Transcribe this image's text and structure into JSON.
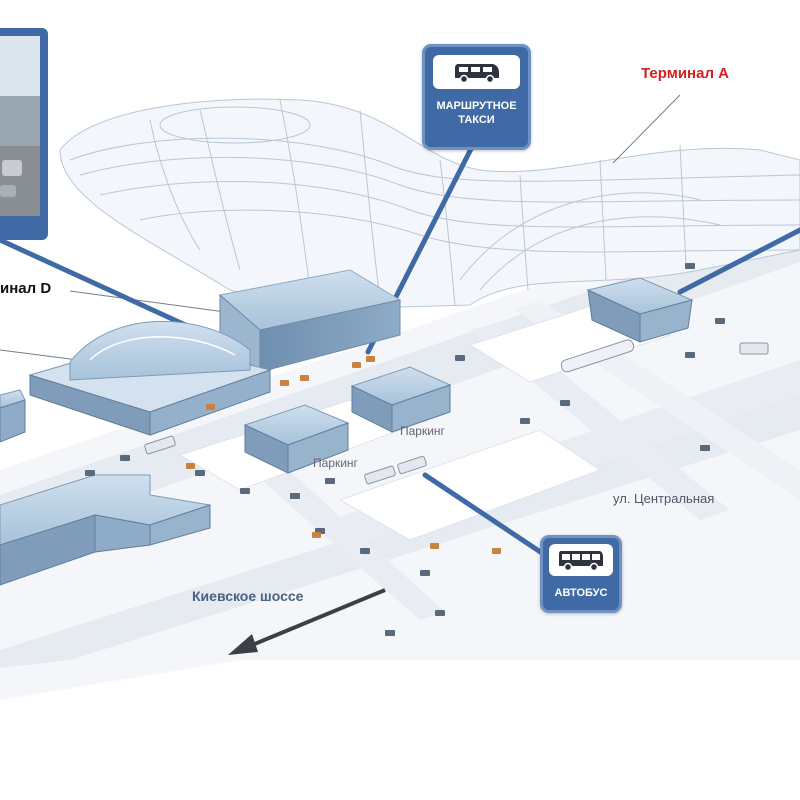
{
  "labels": {
    "terminal_a": "Терминал А",
    "terminal_d": "инал D",
    "parking_1": "Паркинг",
    "parking_2": "Паркинг",
    "street": "ул. Центральная",
    "highway": "Киевское шоссе"
  },
  "badges": {
    "taxi_line1": "МАРШРУТНОЕ",
    "taxi_line2": "ТАКСИ",
    "bus": "АВТОБУС"
  },
  "icons": {
    "taxi": "minibus-icon",
    "bus": "bus-icon"
  },
  "colors": {
    "badge_fill": "#3f6aa6",
    "terminal_a_label": "#d42020",
    "road": "#eaedf3",
    "glass": "#a9c4dc"
  }
}
